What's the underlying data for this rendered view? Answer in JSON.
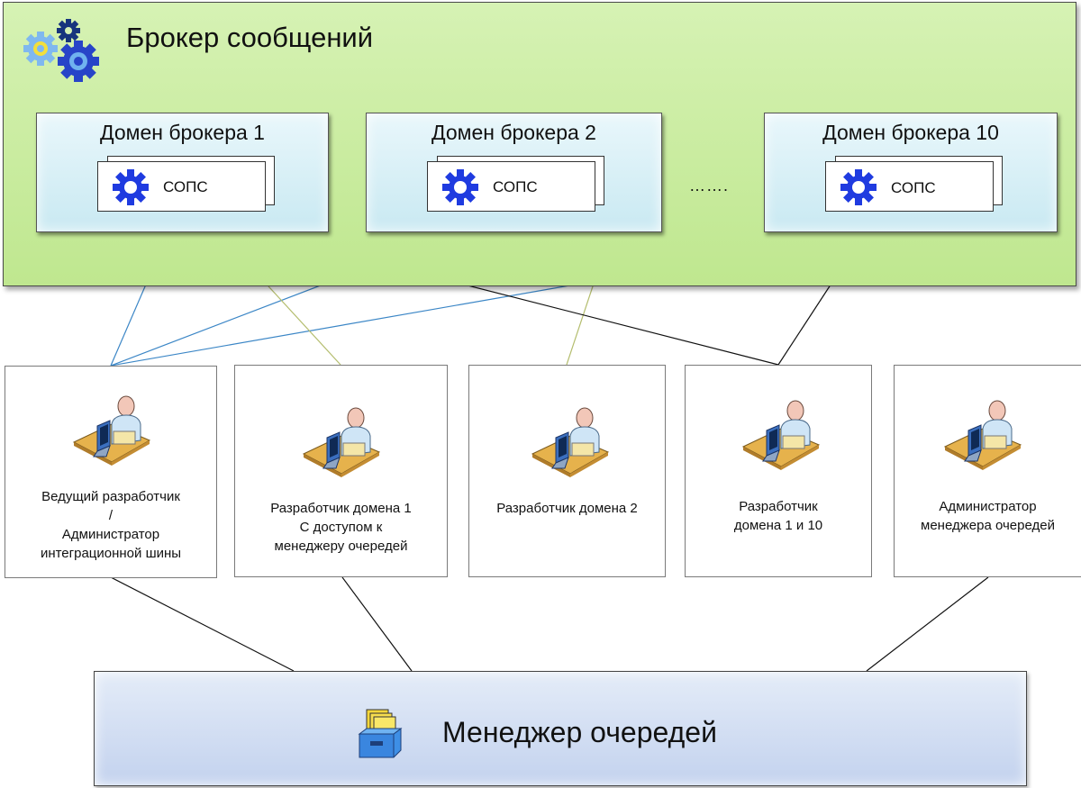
{
  "broker": {
    "title": "Брокер сообщений",
    "ellipsis": "……."
  },
  "domains": [
    {
      "title": "Домен брокера 1",
      "service": "СОПС"
    },
    {
      "title": "Домен брокера 2",
      "service": "СОПС"
    },
    {
      "title": "Домен брокера 10",
      "service": "СОПС"
    }
  ],
  "roles": [
    {
      "lines": [
        "Ведущий разработчик",
        "/",
        "Администратор",
        "интеграционной шины"
      ]
    },
    {
      "lines": [
        "Разработчик домена 1",
        "С доступом к",
        "менеджеру очередей"
      ]
    },
    {
      "lines": [
        "Разработчик домена 2"
      ]
    },
    {
      "lines": [
        "Разработчик",
        "домена 1 и 10"
      ]
    },
    {
      "lines": [
        "Администратор",
        "менеджера очередей"
      ]
    }
  ],
  "queue_manager": {
    "title": "Менеджер очередей"
  },
  "colors": {
    "broker_fill": "#c6ea9c",
    "domain_fill": "#dcf1f7",
    "queue_fill": "#cfdcf3",
    "gear_blue": "#1f3be0",
    "link_blue": "#3b86c6",
    "link_olive": "#b4bd6e",
    "link_black": "#111111"
  },
  "icons": {
    "broker": "gears-icon",
    "service": "gear-icon",
    "role": "user-workstation-icon",
    "queue": "file-cabinet-icon"
  }
}
